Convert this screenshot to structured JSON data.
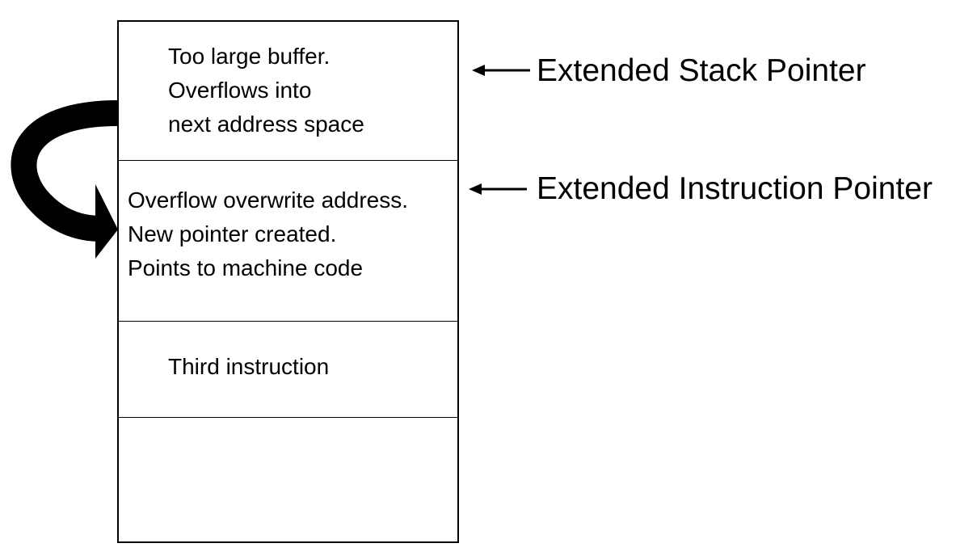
{
  "stack": {
    "cells": [
      {
        "lines": [
          "Too large buffer.",
          "Overflows into",
          "next address space"
        ]
      },
      {
        "lines": [
          "Overflow overwrite address.",
          "New pointer created.",
          "Points to machine code"
        ]
      },
      {
        "lines": [
          "Third instruction"
        ]
      },
      {
        "lines": []
      }
    ]
  },
  "pointers": {
    "esp": "Extended Stack Pointer",
    "eip": "Extended Instruction Pointer"
  },
  "colors": {
    "ink": "#000000",
    "background": "#ffffff"
  }
}
